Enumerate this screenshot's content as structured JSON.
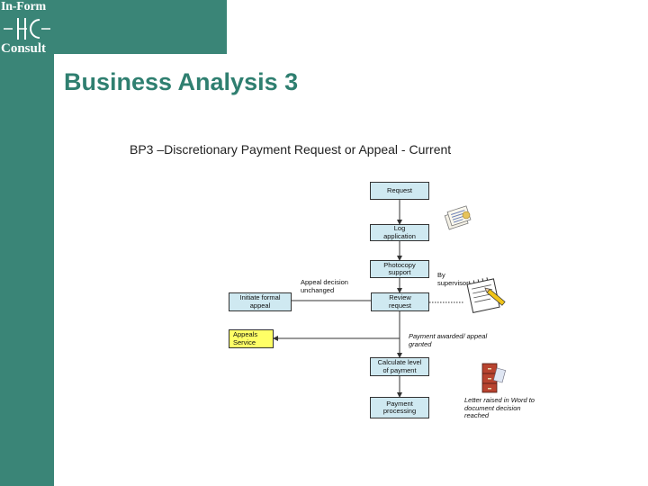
{
  "logo": {
    "line1": "In-Form",
    "mark": "I-FC",
    "line3": "Consult"
  },
  "title": "Business Analysis 3",
  "subtitle": "BP3 –Discretionary Payment Request or Appeal - Current",
  "nodes": {
    "request": "Request",
    "log_application": "Log application",
    "photocopy_support": "Photocopy support",
    "review_request": "Review request",
    "initiate_formal_appeal": "Initiate formal appeal",
    "appeals_service": "Appeals Service",
    "calculate_level": "Calculate level of payment",
    "payment_processing": "Payment processing"
  },
  "notes": {
    "appeal_decision_unchanged": "Appeal decision unchanged",
    "by_supervisor": "By supervisor",
    "payment_awarded": "Payment awarded/ appeal granted",
    "letter_raised": "Letter raised in Word to document decision reached"
  },
  "icons": [
    "documents-icon",
    "notepad-pencil-icon",
    "filing-cabinet-icon"
  ],
  "colors": {
    "brand": "#3a8577",
    "title": "#2f7f70",
    "process_fill": "#cfe9f1",
    "external_fill": "#ffff66"
  }
}
